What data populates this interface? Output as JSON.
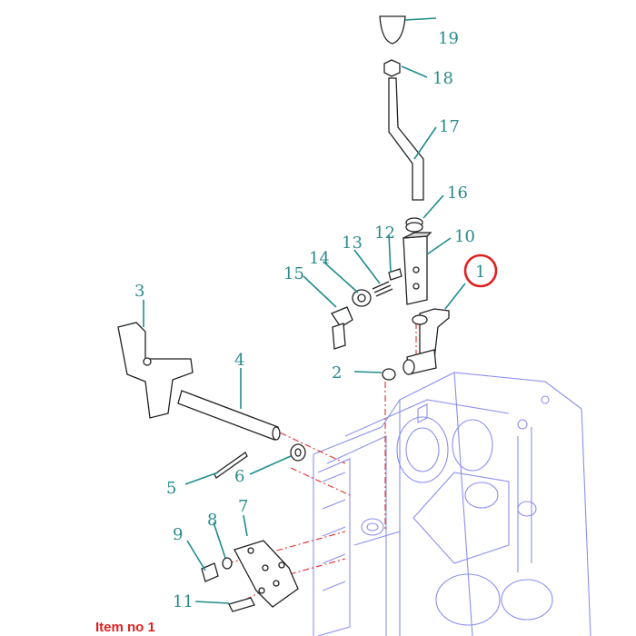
{
  "diagram": {
    "callouts": [
      {
        "id": "c1",
        "label": "1"
      },
      {
        "id": "c2",
        "label": "2"
      },
      {
        "id": "c3",
        "label": "3"
      },
      {
        "id": "c4",
        "label": "4"
      },
      {
        "id": "c5",
        "label": "5"
      },
      {
        "id": "c6",
        "label": "6"
      },
      {
        "id": "c7",
        "label": "7"
      },
      {
        "id": "c8",
        "label": "8"
      },
      {
        "id": "c9",
        "label": "9"
      },
      {
        "id": "c10",
        "label": "10"
      },
      {
        "id": "c11",
        "label": "11"
      },
      {
        "id": "c12",
        "label": "12"
      },
      {
        "id": "c13",
        "label": "13"
      },
      {
        "id": "c14",
        "label": "14"
      },
      {
        "id": "c15",
        "label": "15"
      },
      {
        "id": "c16",
        "label": "16"
      },
      {
        "id": "c17",
        "label": "17"
      },
      {
        "id": "c18",
        "label": "18"
      },
      {
        "id": "c19",
        "label": "19"
      }
    ],
    "highlighted_callout": "1",
    "item_label": "Item no 1",
    "colors": {
      "callout_text": "#2a8a8a",
      "leader": "#1f8c8c",
      "highlight_circle": "#e02020",
      "housing": "#8a8ff0",
      "centerline": "#e0302f",
      "item_label": "#e02020"
    }
  }
}
